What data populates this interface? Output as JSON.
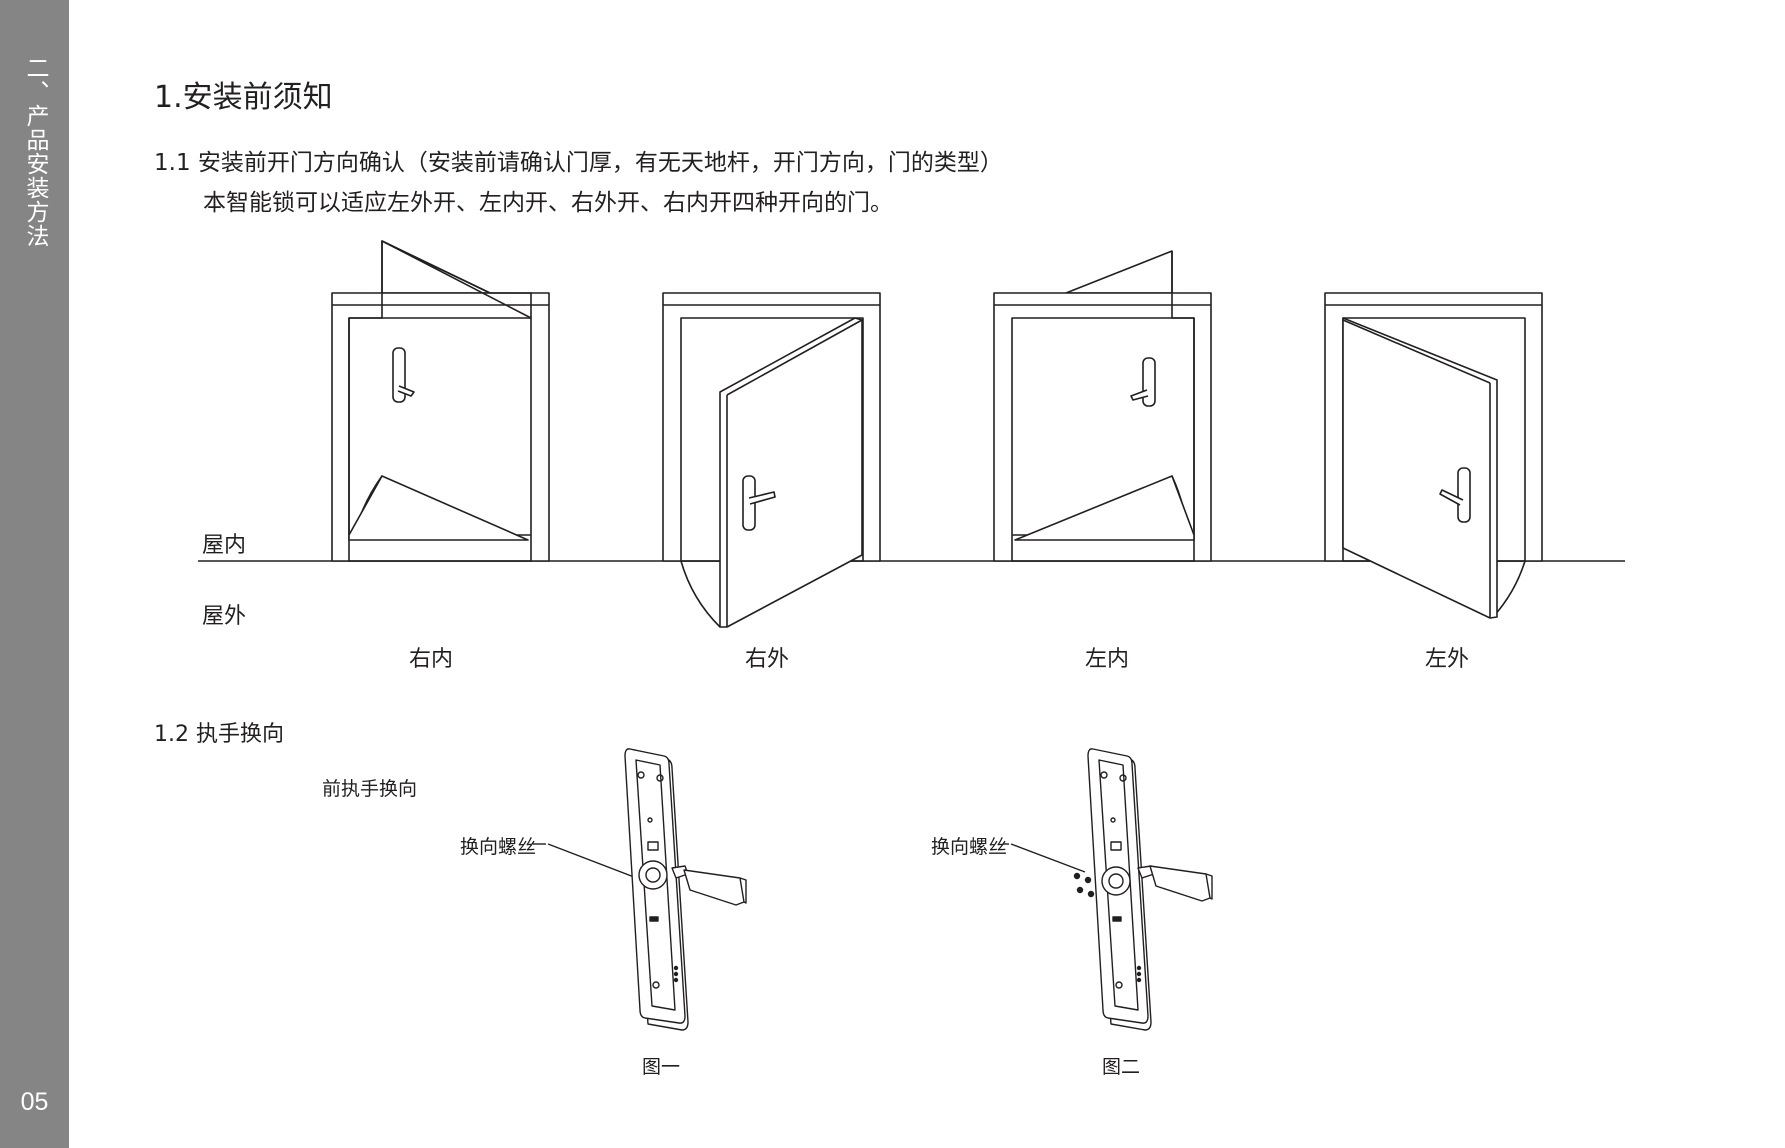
{
  "sidebar": {
    "section_title": "二、产品安装方法",
    "page_number": "05"
  },
  "main": {
    "heading": "1.安装前须知",
    "sub1_title": "1.1 安装前开门方向确认（安装前请确认门厚，有无天地杆，开门方向，门的类型）",
    "sub1_text": "本智能锁可以适应左外开、左内开、右外开、右内开四种开向的门。",
    "indoor_label": "屋内",
    "outdoor_label": "屋外",
    "door_types": [
      "右内",
      "右外",
      "左内",
      "左外"
    ],
    "sub2_title": "1.2  执手换向",
    "front_handle_label": "前执手换向",
    "screw_label_1": "换向螺丝",
    "screw_label_2": "换向螺丝",
    "figure_1_caption": "图一",
    "figure_2_caption": "图二"
  }
}
